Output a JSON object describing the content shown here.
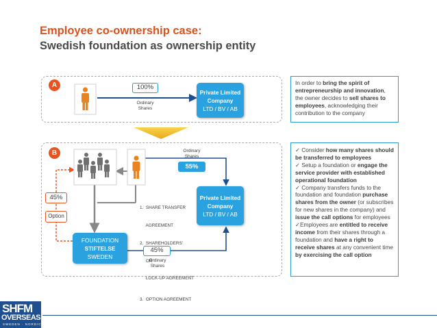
{
  "title": {
    "line1": "Employee co-ownership case:",
    "line2": "Swedish foundation as ownership entity"
  },
  "colors": {
    "accent": "#e8531f",
    "blue": "#2aa2e0",
    "navy": "#1e4f8f"
  },
  "section_a": {
    "badge": "A",
    "percent": "100%",
    "shares_label_1": "Ordinary",
    "shares_label_2": "Shares",
    "company_1": "Private Limited",
    "company_2": "Company",
    "company_3": "LTD / BV / AB"
  },
  "section_b": {
    "badge": "B",
    "top_shares_1": "Ordinary",
    "top_shares_2": "Shares",
    "top_percent": "55%",
    "left_percent": "45%",
    "option": "Option",
    "agreements": [
      "1.  SHARE TRANSFER",
      "     AGREEMENT",
      "2.  SHAREHOLDERS'",
      "     OR",
      "     LOCK-UP AGREEMENT",
      "3.  OPTION AGREEMENT"
    ],
    "company_1": "Private Limited",
    "company_2": "Company",
    "company_3": "LTD / BV / AB",
    "foundation_1": "FOUNDATION",
    "foundation_2": "STIFTELSE",
    "foundation_3": "SWEDEN",
    "bottom_percent": "45%",
    "bottom_shares_1": "Ordinary",
    "bottom_shares_2": "Shares"
  },
  "info_a": {
    "p1": "In order to ",
    "b1": "bring the spirit of entrepreneurship and innovation",
    "p2": ", the owner decides to ",
    "b2": "sell shares to employees",
    "p3": ", acknowledging their contribution to the company"
  },
  "info_b": {
    "i1_p": "✓ Consider ",
    "i1_b": "how many shares should be transferred to employees",
    "i2_p": "✓ Setup a foundation or ",
    "i2_b": "engage the service provider with established operational foundation",
    "i3_p1": "✓ Company transfers funds to the foundation and foundation ",
    "i3_b1": "purchase shares from the owner",
    "i3_p2": " (or subscribes for new shares in the company) and ",
    "i3_b2": "issue the call options",
    "i3_p3": " for employees",
    "i4_p1": "✓Employees are ",
    "i4_b1": "entitled to receive income",
    "i4_p2": " from their shares through a foundation and ",
    "i4_b2": "have a right to receive shares",
    "i4_p3": " at any convenient time ",
    "i4_b3": "by exercising the call option"
  },
  "logo": {
    "top": "SHFM",
    "mid": "OVERSEAS",
    "bot": "SWEDEN · NORDIC"
  }
}
